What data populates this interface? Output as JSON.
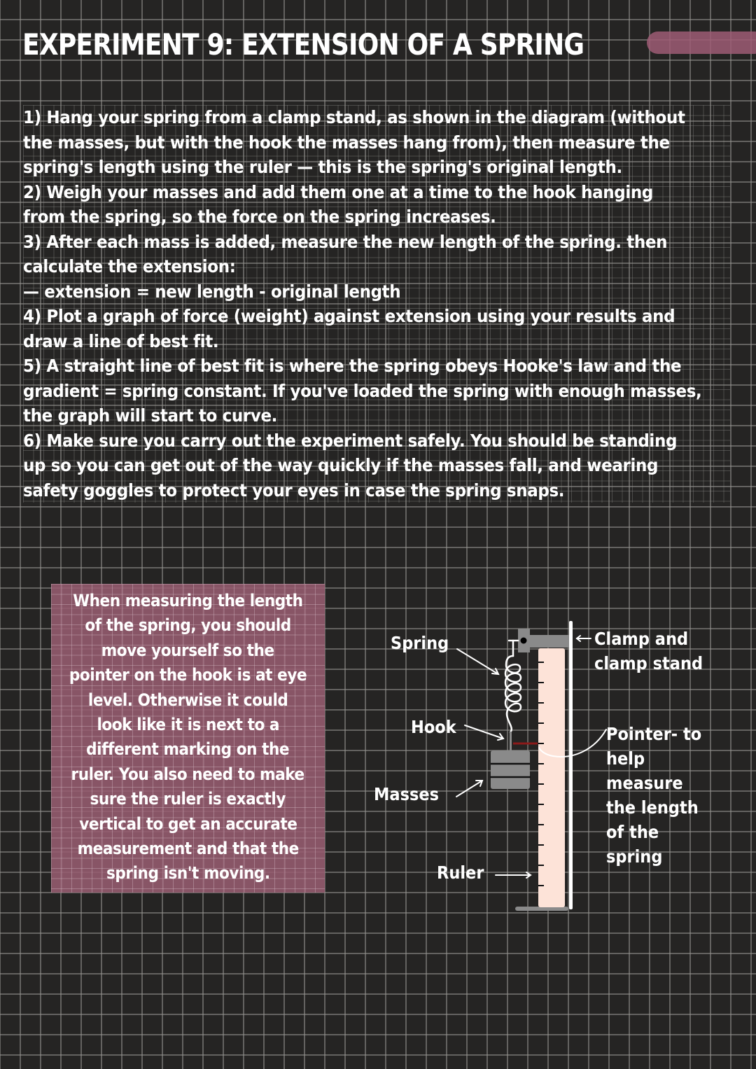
{
  "page": {
    "title": "EXPERIMENT 9: EXTENSION OF A SPRING",
    "accent_color": "#9e5c74",
    "background_color": "#252423",
    "grid_color": "#96968f"
  },
  "steps": [
    "1) Hang your spring from a clamp stand, as shown in the diagram (without",
    "the masses, but with the hook the masses hang from), then measure the",
    "spring's length using the ruler — this is the spring's original length.",
    "2) Weigh your masses and add them one at a time to the hook hanging",
    "from the spring, so the force on the spring increases.",
    "3) After each mass is added, measure the new length of the spring. then",
    "calculate the extension:",
    "— extension = new length - original length",
    "4) Plot a graph of force (weight) against extension using your results and",
    "draw a line of best fit.",
    "5) A straight line of best fit is where the spring obeys Hooke's law and the",
    "gradient = spring constant. If you've loaded the spring with enough masses,",
    "the graph will start to curve.",
    "6) Make sure you carry out the experiment safely. You should be standing",
    "up so you can get out of the way quickly if the masses fall, and wearing",
    "safety goggles to protect your eyes in case the spring snaps."
  ],
  "note": {
    "lines": [
      "When measuring the length",
      "of the spring, you should",
      "move yourself so the",
      "pointer on the hook is at eye",
      "level. Otherwise it could",
      "look like it is next to a",
      "different marking on the",
      "ruler. You also need to make",
      "sure the ruler is exactly",
      "vertical to get an accurate",
      "measurement and that the",
      "spring isn't moving."
    ],
    "background_color": "#965c70"
  },
  "diagram": {
    "labels": {
      "spring": "Spring",
      "hook": "Hook",
      "masses": "Masses",
      "ruler": "Ruler",
      "clamp": [
        "Clamp and",
        "clamp stand"
      ],
      "pointer": [
        "Pointer- to",
        "help",
        "measure",
        "the length",
        "of the",
        "spring"
      ]
    },
    "colors": {
      "ruler": "#fde3d8",
      "clamp": "#8a8a8a",
      "masses": "#8a8a8a",
      "pointer": "#8b1a1a",
      "stand": "#ffffff"
    }
  }
}
